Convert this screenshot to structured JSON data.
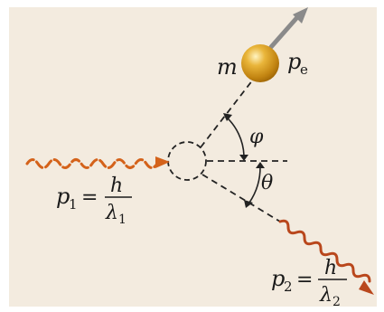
{
  "diagram": {
    "electron": {
      "mass_label": "m",
      "momentum_symbol": "p",
      "momentum_subscript": "e",
      "ball_color": "#d49a18",
      "arrow_color": "#8a8a8a"
    },
    "incident_photon": {
      "symbol": "p",
      "subscript": "1",
      "equals": "=",
      "numerator": "h",
      "denominator_symbol": "λ",
      "denominator_subscript": "1",
      "wave_color": "#d4621a"
    },
    "scattered_photon": {
      "symbol": "p",
      "subscript": "2",
      "equals": "=",
      "numerator": "h",
      "denominator_symbol": "λ",
      "denominator_subscript": "2",
      "wave_color": "#b9471c"
    },
    "angles": {
      "electron_angle": "φ",
      "photon_angle": "θ"
    },
    "colors": {
      "background": "#f3ebdf",
      "lines": "#222222"
    }
  }
}
